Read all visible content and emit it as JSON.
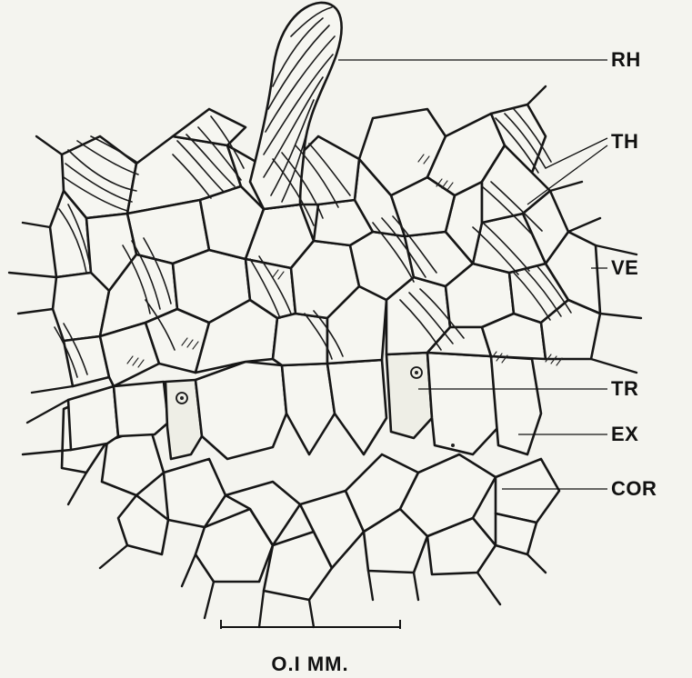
{
  "labels": {
    "rh": "RH",
    "th": "TH",
    "ve": "VE",
    "tr": "TR",
    "ex": "EX",
    "cor": "COR"
  },
  "scale_bar": {
    "label": "O.I MM."
  },
  "colors": {
    "ink": "#161616",
    "paper": "#f4f4ef"
  }
}
